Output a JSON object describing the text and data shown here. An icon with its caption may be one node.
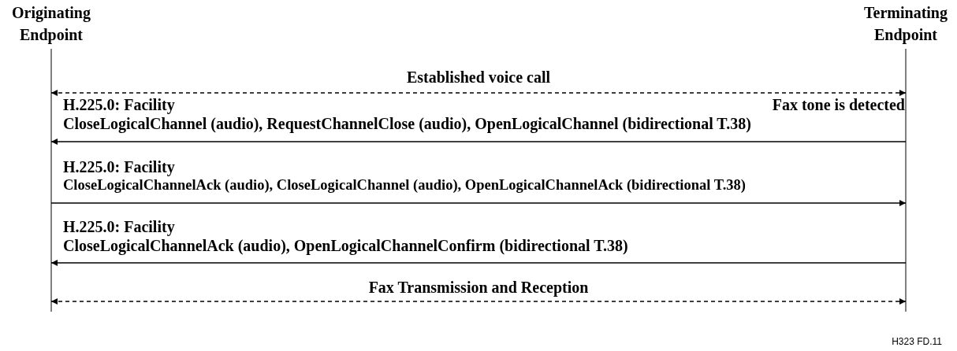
{
  "diagram": {
    "nodes": [
      {
        "text": [
          "Originating Endpoint"
        ]
      },
      {
        "text": [
          "Terminating Endpoint"
        ]
      }
    ],
    "edges": [
      {
        "from": 0,
        "to": 1,
        "arrow": "both",
        "style": "dashed",
        "label": "Established voice call"
      },
      {
        "from": 1,
        "to": 0,
        "arrow": "to",
        "label": "CloseLogicalChannel (audio), RequestChannelClose (audio), OpenLogicalChannel (bidirectional T.38)"
      },
      {
        "from": 0,
        "to": 1,
        "arrow": "to",
        "label": "CloseLogicalChannelAck (audio), CloseLogicalChannel (audio), OpenLogicalChannelAck (bidirectional T.38)"
      },
      {
        "from": 1,
        "to": 0,
        "arrow": "to",
        "label": "CloseLogicalChannelAck (audio), OpenLogicalChannelConfirm (bidirectional T.38)"
      },
      {
        "from": 0,
        "to": 1,
        "arrow": "both",
        "style": "dashed",
        "label": "Fax Transmission and Reception"
      }
    ],
    "labels": [
      "H.225.0: Facility",
      "Fax tone is detected",
      "H.225.0: Facility",
      "H.225.0: Facility",
      "H323 FD.11"
    ]
  }
}
